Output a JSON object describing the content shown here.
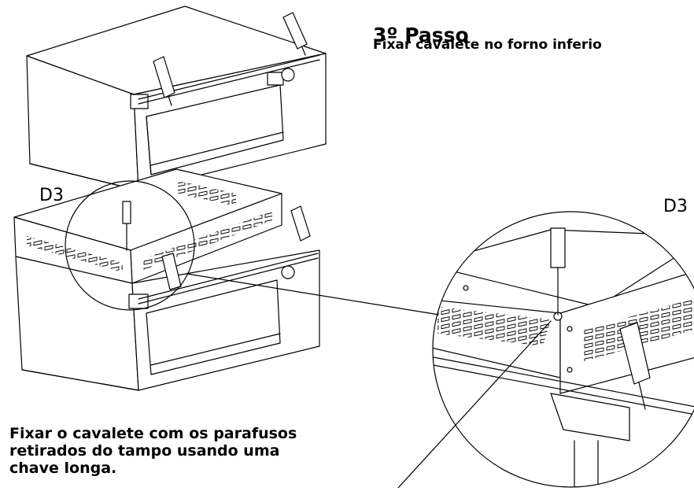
{
  "step": {
    "title": "3º Passo",
    "subtitle": "Fixar cavalete no forno inferio"
  },
  "detail": {
    "label_left": "D3",
    "label_right": "D3"
  },
  "instruction": {
    "lines": [
      "Fixar o cavalete com os parafusos",
      "retirados do tampo usando uma",
      "chave longa."
    ]
  },
  "colors": {
    "line": "#000000",
    "background": "#ffffff",
    "panel_shade": "#f2f2f2"
  }
}
